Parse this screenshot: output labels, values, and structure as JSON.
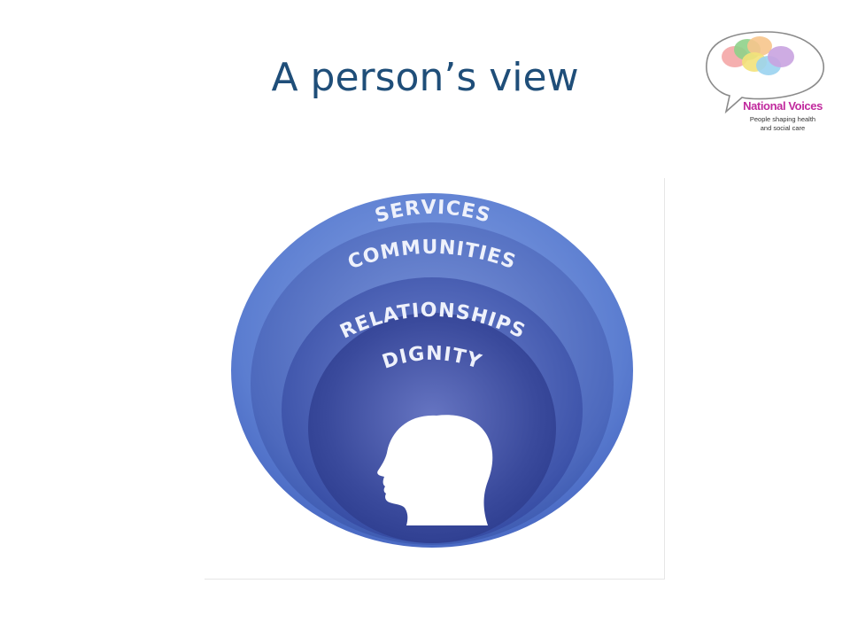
{
  "slide": {
    "title": "A person’s view"
  },
  "logo": {
    "name": "National Voices",
    "tagline_line1": "People shaping health",
    "tagline_line2": "and social care",
    "bubble_colors": [
      "#f4a6a6",
      "#8fd18a",
      "#f7c58c",
      "#f3e27a",
      "#9ad3ef",
      "#c9a3e0"
    ]
  },
  "diagram": {
    "rings": [
      {
        "label": "SERVICES"
      },
      {
        "label": "COMMUNITIES"
      },
      {
        "label": "RELATIONSHIPS"
      },
      {
        "label": "DIGNITY"
      }
    ],
    "center_icon": "human-head-profile-icon",
    "colors": {
      "outer": "#6f8fd6",
      "inner": "#2d3f94",
      "label": "#eef1fb"
    }
  }
}
